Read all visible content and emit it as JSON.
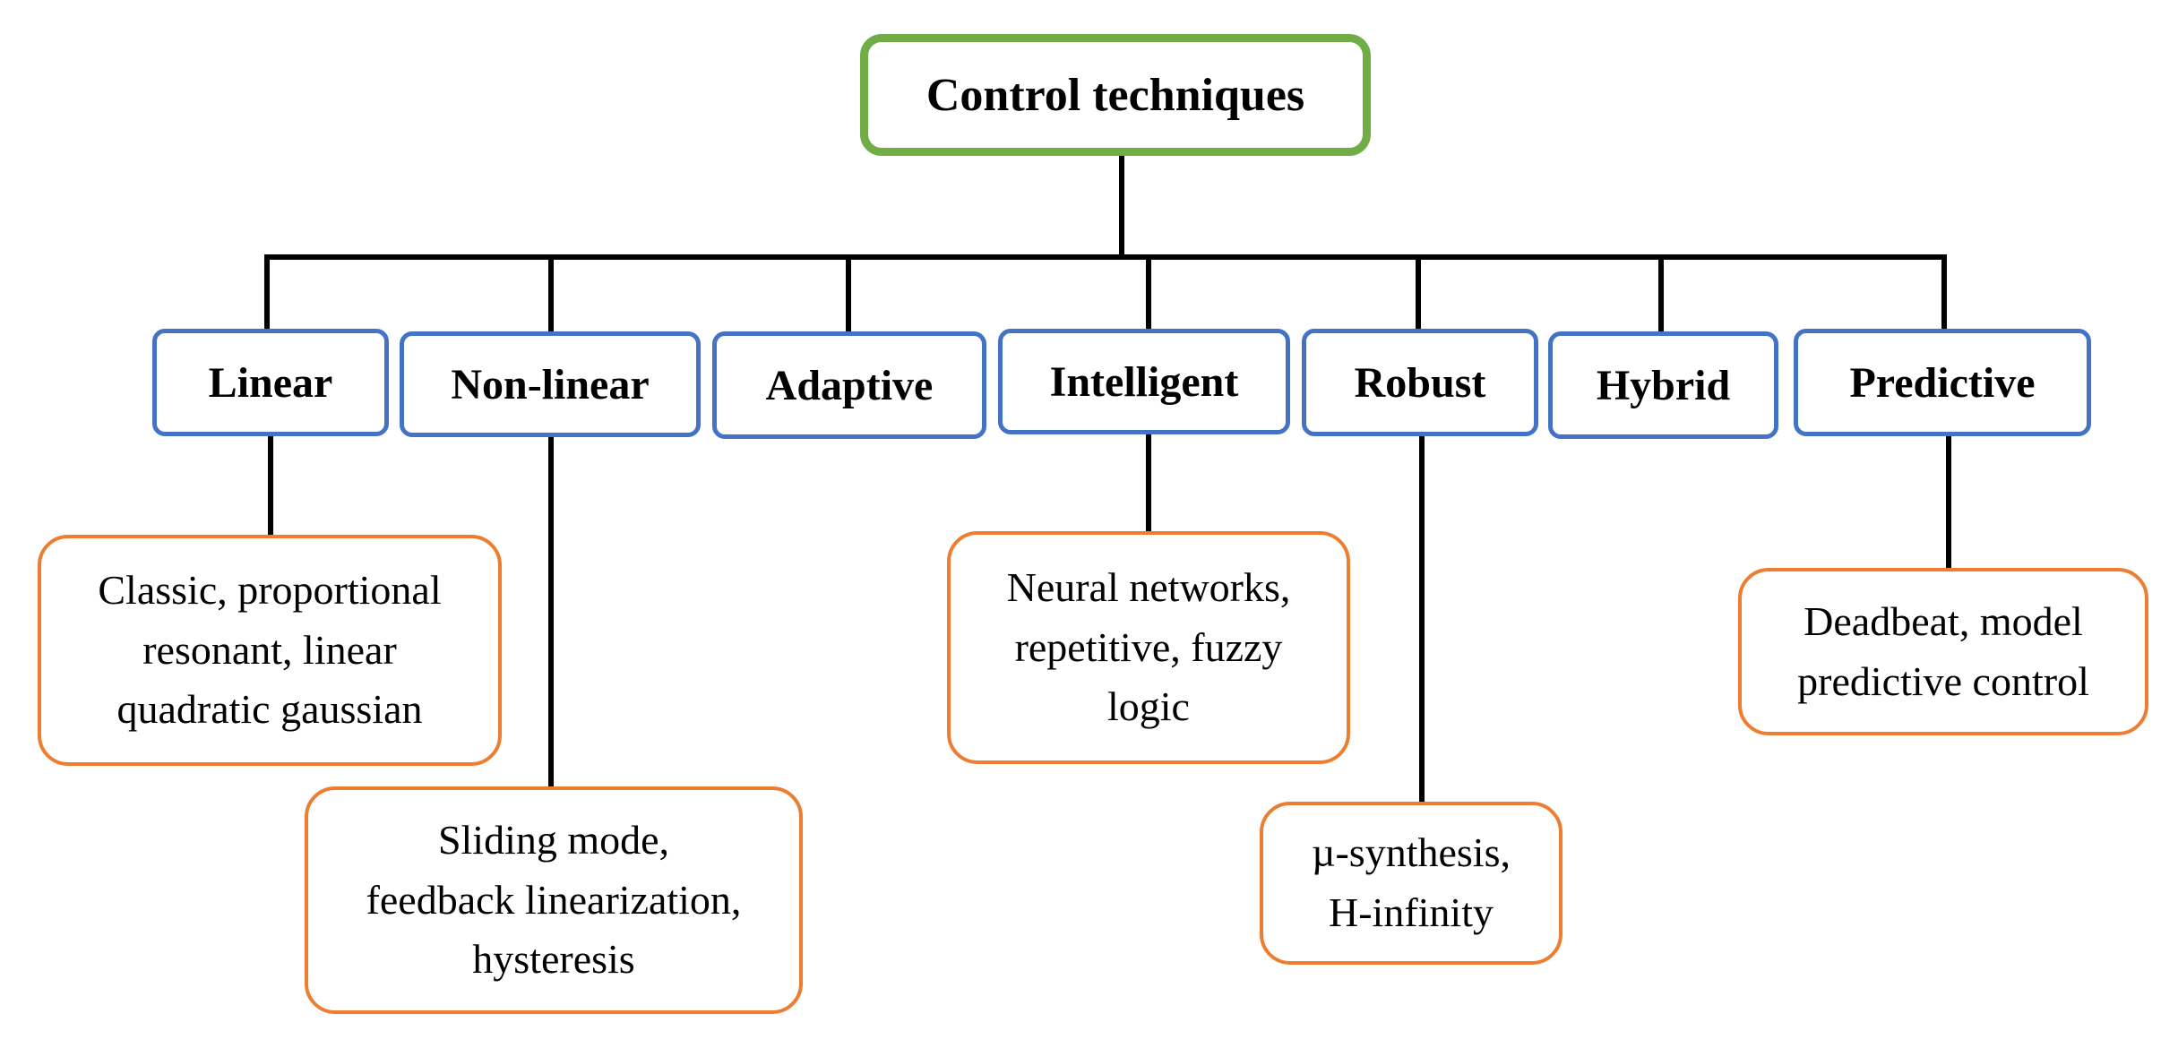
{
  "diagram": {
    "root": {
      "label": "Control techniques"
    },
    "categories": [
      {
        "label": "Linear"
      },
      {
        "label": "Non-linear"
      },
      {
        "label": "Adaptive"
      },
      {
        "label": "Intelligent"
      },
      {
        "label": "Robust"
      },
      {
        "label": "Hybrid"
      },
      {
        "label": "Predictive"
      }
    ],
    "examples": {
      "linear": [
        "Classic, proportional",
        "resonant, linear",
        "quadratic gaussian"
      ],
      "nonlinear": [
        "Sliding mode,",
        "feedback linearization,",
        "hysteresis"
      ],
      "intelligent": [
        "Neural networks,",
        "repetitive, fuzzy",
        "logic"
      ],
      "robust": [
        "µ-synthesis,",
        "H-infinity"
      ],
      "predictive": [
        "Deadbeat, model",
        "predictive control"
      ]
    },
    "colors": {
      "root_border": "#70AD47",
      "category_border": "#4472C4",
      "example_border": "#ED7D31",
      "connector": "#000000"
    }
  }
}
